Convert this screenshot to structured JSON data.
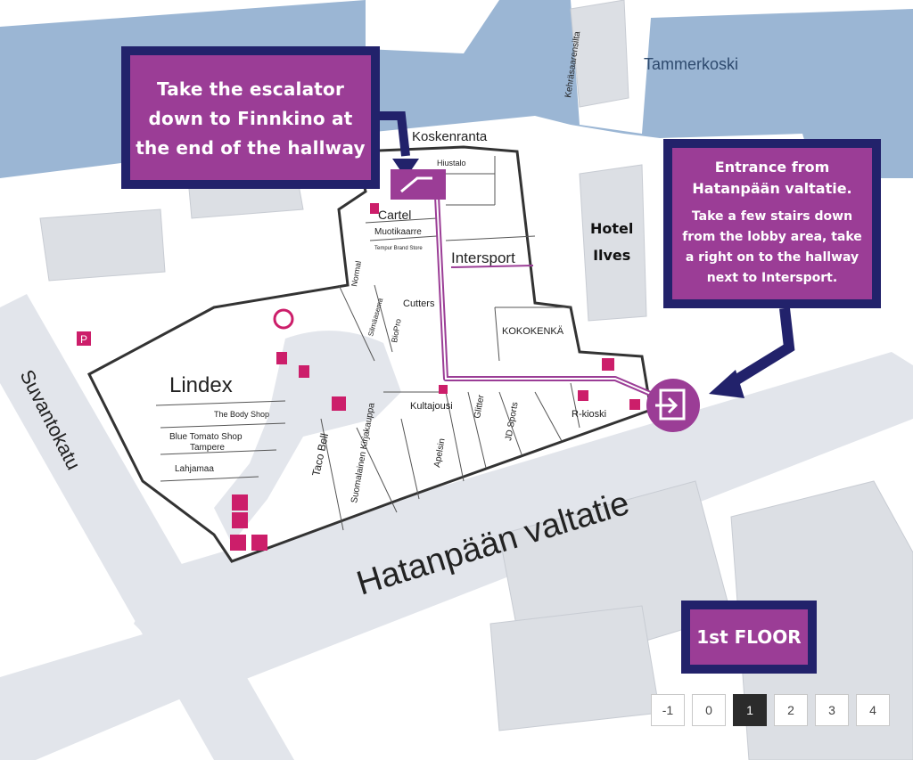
{
  "callouts": {
    "escalator": [
      "Take the escalator",
      "down to Finnkino at",
      "the end of the hallway"
    ],
    "entrance_title": [
      "Entrance from",
      "Hatanpään valtatie."
    ],
    "entrance_body": [
      "Take a few stairs down",
      "from the lobby area, take",
      "a right on to the hallway",
      "next to Intersport."
    ]
  },
  "floor": {
    "label": "1st FLOOR",
    "buttons": [
      "-1",
      "0",
      "1",
      "2",
      "3",
      "4"
    ],
    "active": "1"
  },
  "labels": {
    "river": "Tammerkoski",
    "koskenranta": "Koskenranta",
    "kehraosaarensilta": "Kehräsaarensilta",
    "hotel_line1": "Hotel",
    "hotel_line2": "Ilves",
    "street_main": "Hatanpään valtatie",
    "street_side": "Suvantokatu",
    "parking": "P"
  },
  "stores": {
    "lindex": "Lindex",
    "intersport": "Intersport",
    "cartel": "Cartel",
    "muotikaarre": "Muotikaarre",
    "tempur": "Tempur Brand Store",
    "hiustalo": "Hiustalo",
    "kokokenka": "KOKOKENKÄ",
    "cutters": "Cutters",
    "normal": "Normal",
    "biopro": "BioPro",
    "silmaasema": "Silmäasema",
    "kultajousi": "Kultajousi",
    "glitter": "Glitter",
    "jd_sports": "JD Sports",
    "r_kioski": "R-kioski",
    "apelsin": "Apelsin",
    "suomalainen": "Suomalainen Kirjakauppa",
    "taco_bell": "Taco Bell",
    "body_shop": "The Body Shop",
    "blue_tomato": "Blue Tomato Shop",
    "blue_tomato_2": "Tampere",
    "lahjamaa": "Lahjamaa"
  },
  "colors": {
    "water": "#9bb6d4",
    "route": "#9b3d96",
    "callout_border": "#22226b",
    "road": "#e3e6ec"
  }
}
